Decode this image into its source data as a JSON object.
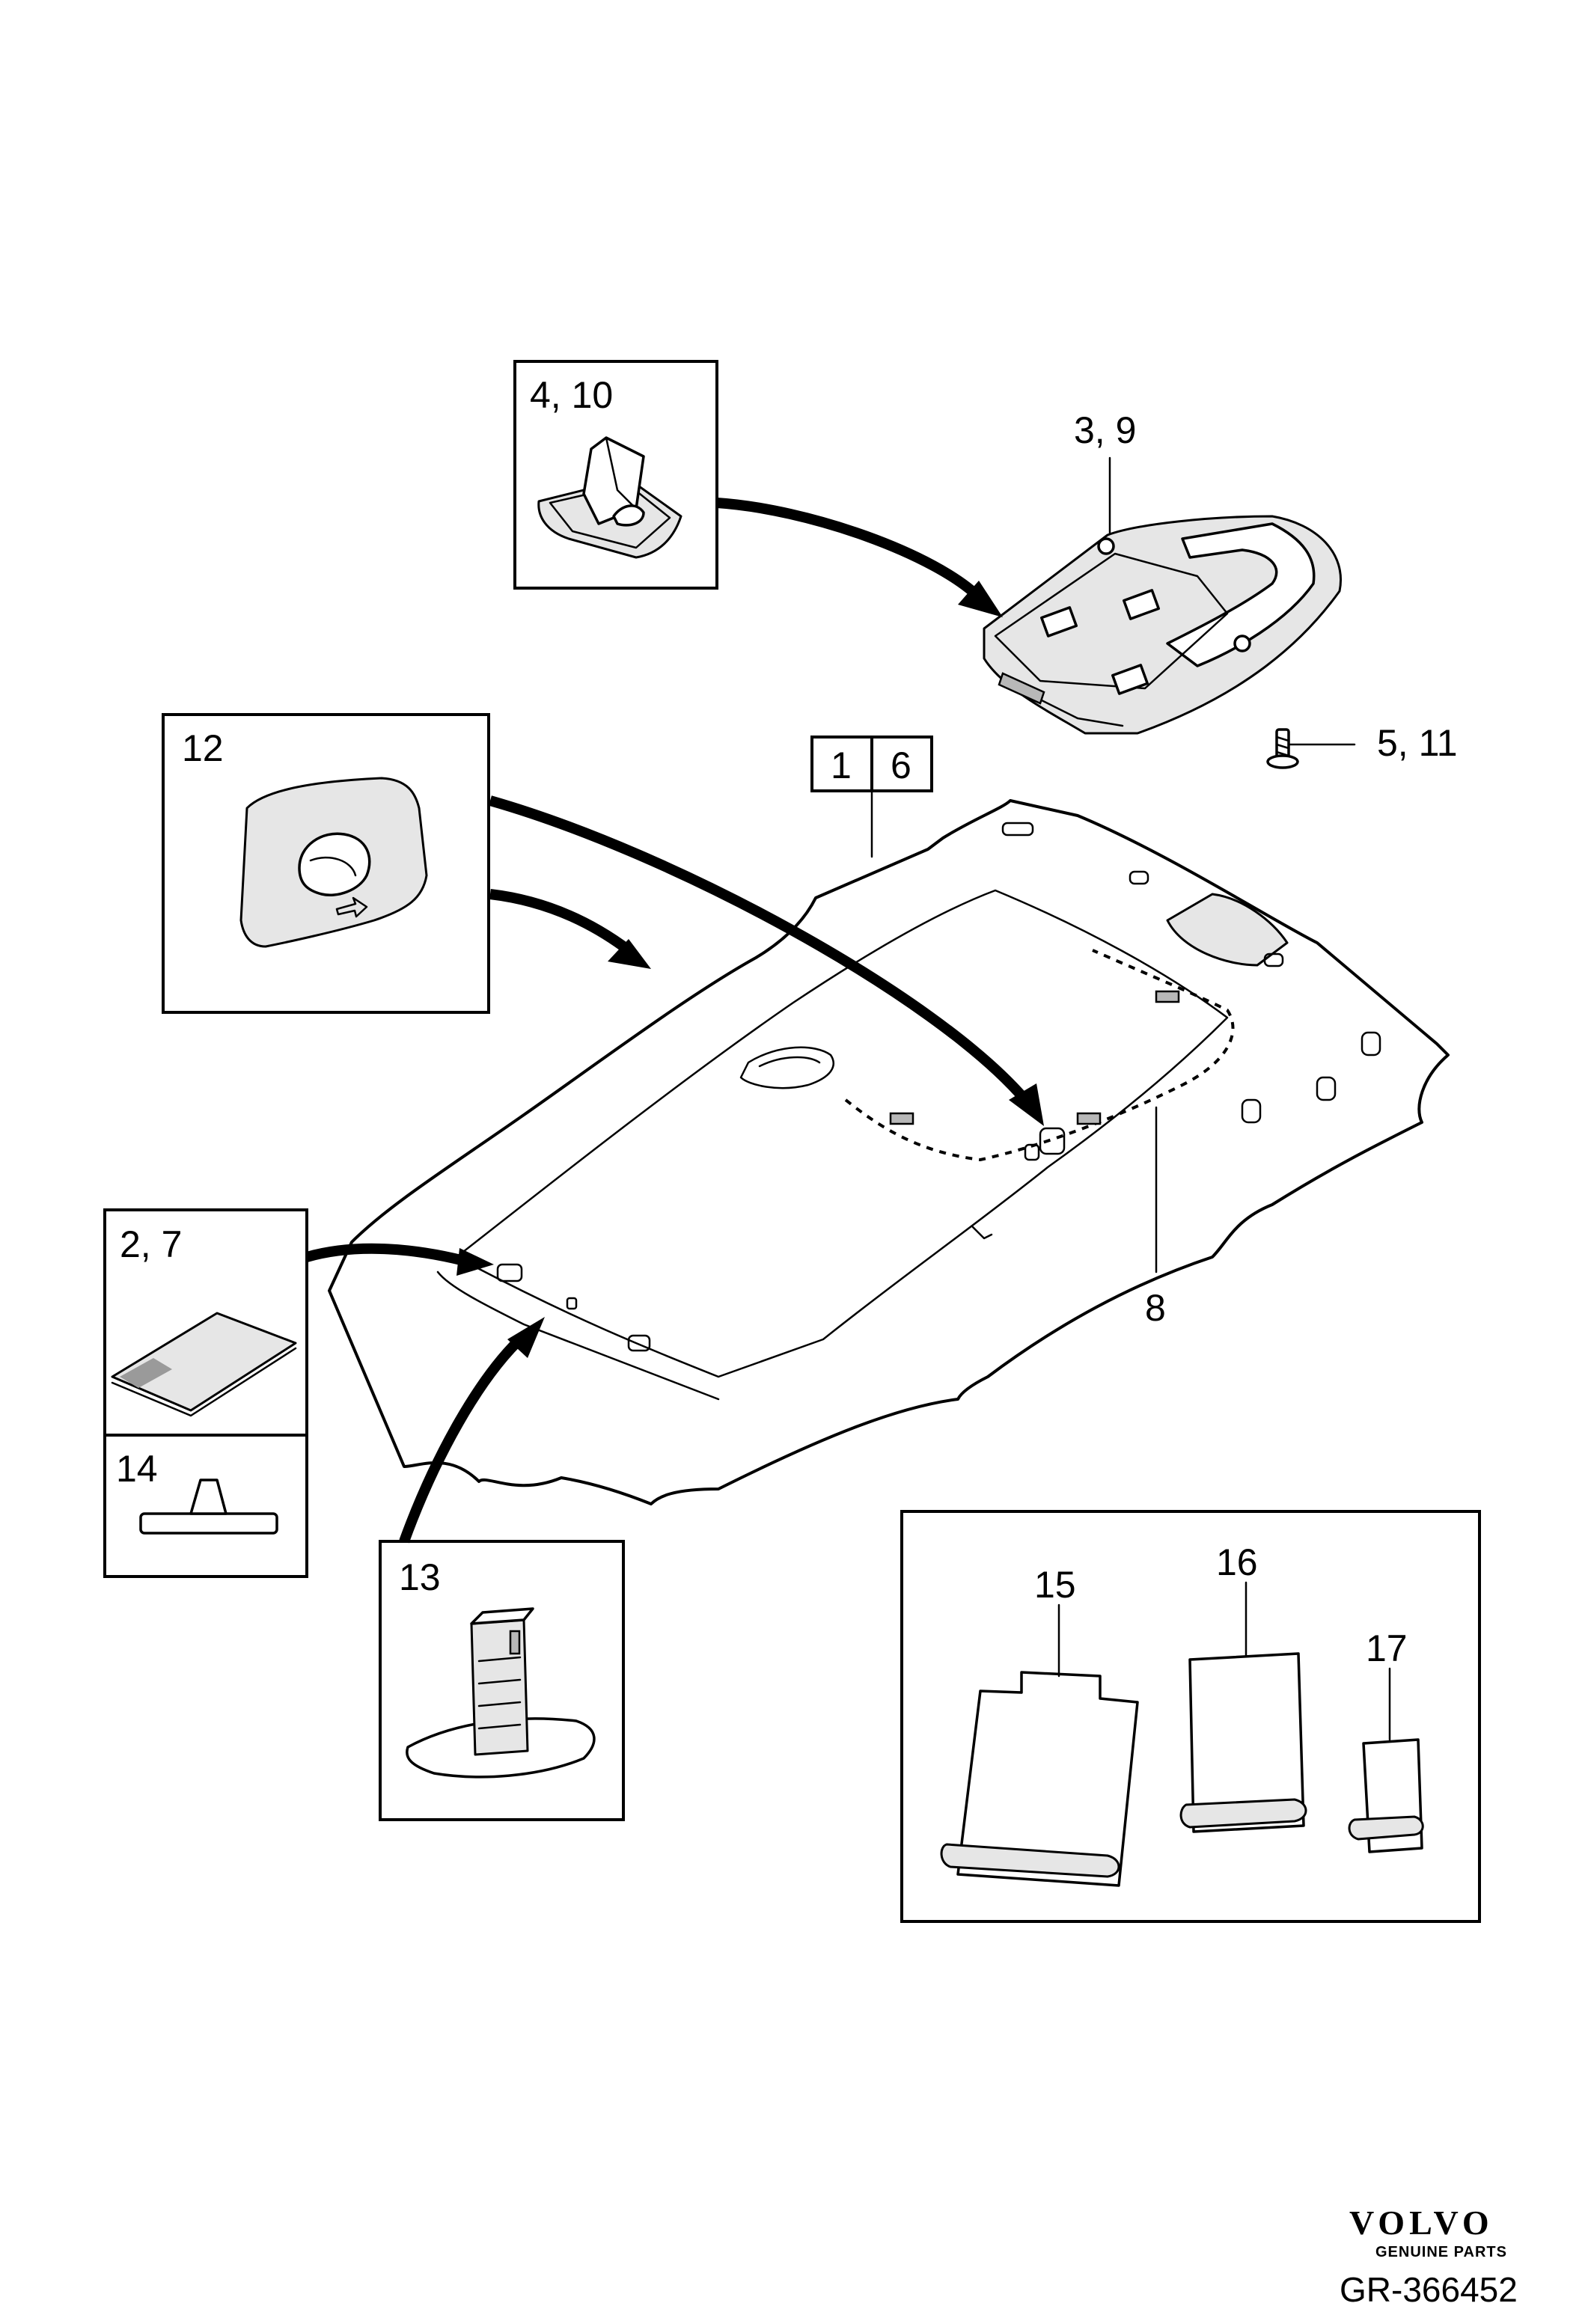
{
  "labels": {
    "l_4_10": "4, 10",
    "l_3_9": "3, 9",
    "l_5_11": "5, 11",
    "l_12": "12",
    "l_1": "1",
    "l_6": "6",
    "l_8": "8",
    "l_2_7": "2, 7",
    "l_14": "14",
    "l_13": "13",
    "l_15": "15",
    "l_16": "16",
    "l_17": "17"
  },
  "brand": {
    "name": "VOLVO",
    "tagline": "GENUINE PARTS"
  },
  "reference": "GR-366452"
}
